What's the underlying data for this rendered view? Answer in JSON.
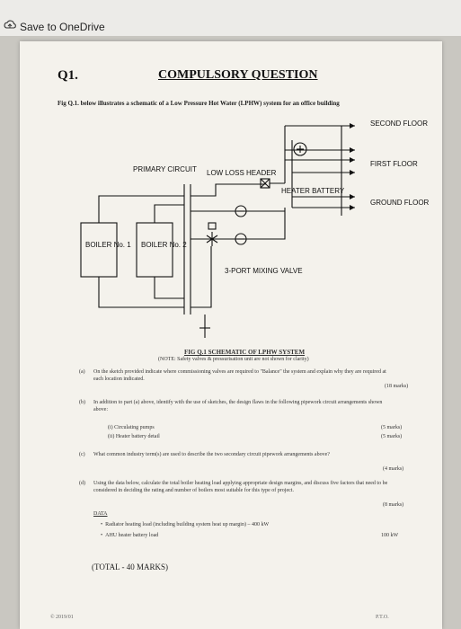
{
  "toolbar": {
    "save_label": "Save to OneDrive"
  },
  "question": {
    "number": "Q1.",
    "heading": "COMPULSORY QUESTION",
    "intro": "Fig Q.1. below illustrates a schematic of a Low Pressure Hot Water (LPHW) system for an office building"
  },
  "diagram": {
    "floors": [
      "SECOND FLOOR",
      "FIRST FLOOR",
      "GROUND FLOOR"
    ],
    "primary_circuit": "PRIMARY CIRCUIT",
    "low_loss_header": "LOW LOSS HEADER",
    "heater_battery": "HEATER BATTERY",
    "boiler1": "BOILER No. 1",
    "boiler2": "BOILER No. 2",
    "mixing_valve": "3-PORT MIXING VALVE",
    "fig_caption": "FIG Q.1 SCHEMATIC OF LPHW SYSTEM",
    "note": "(NOTE: Safety valves & pressurisation unit are not shown for clarity)"
  },
  "parts": {
    "a_label": "(a)",
    "a_text": "On the sketch provided indicate where commissioning valves are required to \"Balance\" the system and explain why they are required at each location indicated.",
    "a_marks": "(18 marks)",
    "b_label": "(b)",
    "b_text": "In addition to part (a) above, identify with the use of sketches, the design flaws in the following pipework circuit arrangements shown above:",
    "b_i": "(i)    Circulating pumps",
    "b_i_marks": "(5 marks)",
    "b_ii": "(ii)   Heater battery detail",
    "b_ii_marks": "(5 marks)",
    "c_label": "(c)",
    "c_text": "What common industry term(s) are used to describe the two secondary circuit pipework arrangements above?",
    "c_marks": "(4 marks)",
    "d_label": "(d)",
    "d_text": "Using the data below, calculate the total boiler heating load applying appropriate design margins, and discuss five factors that need to be considered in deciding the rating and number of boilers most suitable for this type of project.",
    "d_marks": "(8 marks)",
    "data_heading": "DATA",
    "data_1": "Radiator heating load (including building system heat up margin) – 400 kW",
    "data_2": "AHU heater battery load",
    "data_2_value": "100 kW"
  },
  "total": "(TOTAL - 40 MARKS)",
  "footer_left": "© 2019/01",
  "footer_right": "P.T.O."
}
